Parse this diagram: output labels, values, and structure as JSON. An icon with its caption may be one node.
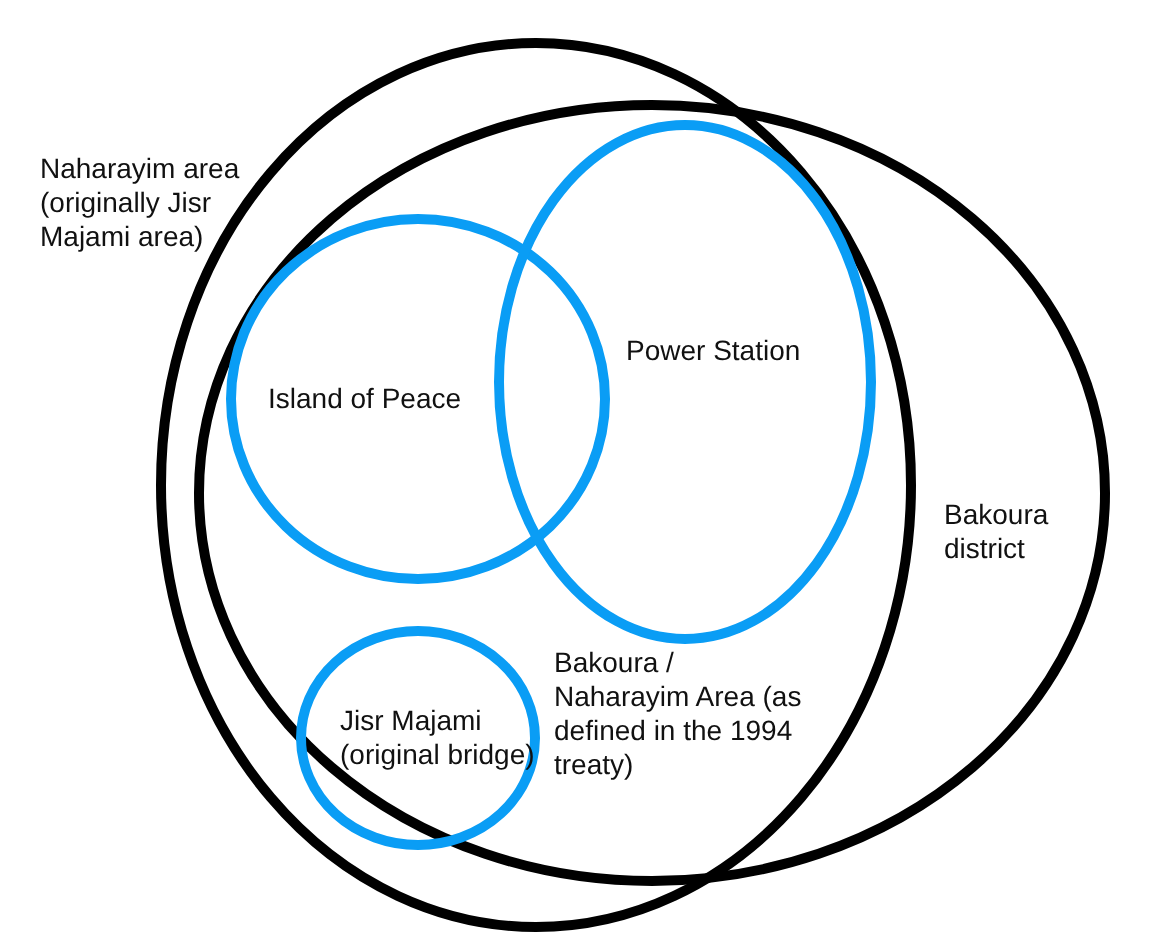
{
  "diagram": {
    "nodes": [
      {
        "text": [
          "Naharayim area (originally Jisr Majami area)"
        ]
      },
      {
        "text": [
          "Bakoura district"
        ]
      },
      {
        "text": [
          "Island of Peace"
        ],
        "in": 0
      },
      {
        "text": [
          "Power Station"
        ],
        "in": 0
      },
      {
        "text": [
          "Jisr Majami (original bridge)"
        ],
        "in": 0
      }
    ],
    "labels": [
      "Bakoura / Naharayim Area (as defined in the 1994 treaty)"
    ]
  }
}
